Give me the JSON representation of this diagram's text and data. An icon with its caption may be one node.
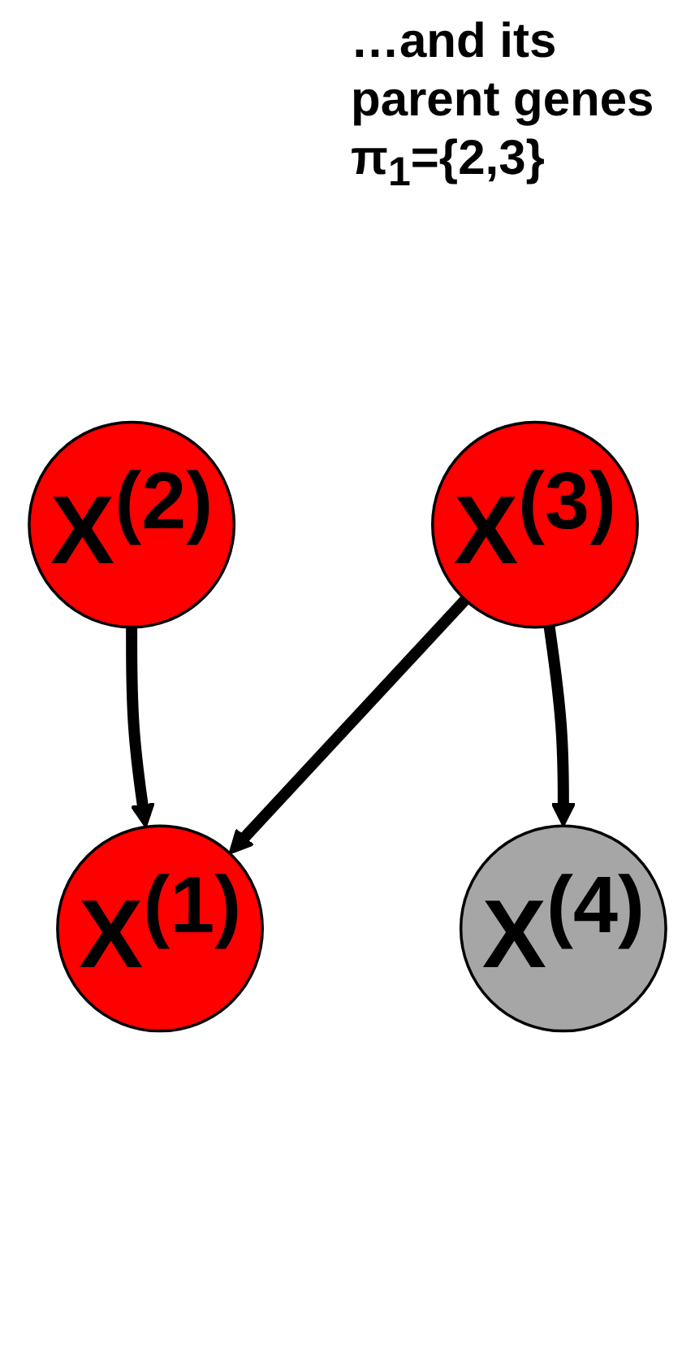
{
  "diagram": {
    "nodes": [
      {
        "text": [
          "X$^{(2)}$"
        ]
      },
      {
        "text": [
          "X$^{(1)}$"
        ]
      },
      {
        "text": [
          "X$^{(3)}$"
        ]
      },
      {
        "text": [
          "X$^{(4)}$"
        ]
      }
    ],
    "edges": [
      {
        "from": 0,
        "to": 1,
        "arrow": "to"
      },
      {
        "from": 2,
        "to": 1,
        "arrow": "to"
      },
      {
        "from": 2,
        "to": 3,
        "arrow": "to"
      }
    ],
    "labels": [
      "…and its parent genes π$_{1}$={2,3}"
    ]
  }
}
